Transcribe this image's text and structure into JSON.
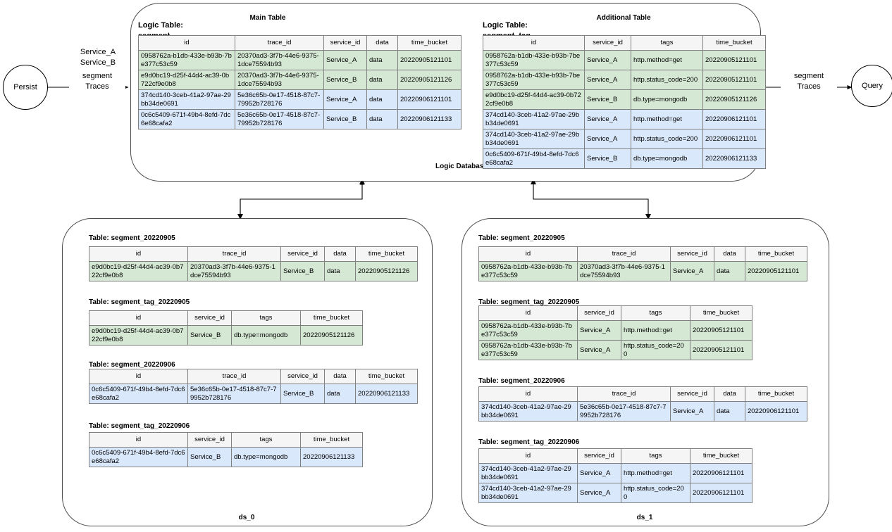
{
  "nodes": {
    "persist": "Persist",
    "query": "Query",
    "logic_database": "Logic Database",
    "ds_0": "ds_0",
    "ds_1": "ds_1"
  },
  "edges": {
    "persist_services": "Service_A\nService_B",
    "persist_traces": "segment\nTraces",
    "query_traces": "segment\nTraces"
  },
  "logic_db": {
    "main": {
      "title": "Main Table",
      "logic_label": "Logic Table:\nsegment",
      "columns": [
        "id",
        "trace_id",
        "service_id",
        "data",
        "time_bucket"
      ],
      "rows": [
        {
          "color": "green",
          "cells": [
            "0958762a-b1db-433e-b93b-7be377c53c59",
            "20370ad3-3f7b-44e6-9375-1dce75594b93",
            "Service_A",
            "data",
            "20220905121101"
          ]
        },
        {
          "color": "green",
          "cells": [
            "e9d0bc19-d25f-44d4-ac39-0b722cf9e0b8",
            "20370ad3-3f7b-44e6-9375-1dce75594b93",
            "Service_B",
            "data",
            "20220905121126"
          ]
        },
        {
          "color": "blue",
          "cells": [
            "374cd140-3ceb-41a2-97ae-29bb34de0691",
            "5e36c65b-0e17-4518-87c7-79952b728176",
            "Service_A",
            "data",
            "20220906121101"
          ]
        },
        {
          "color": "blue",
          "cells": [
            "0c6c5409-671f-49b4-8efd-7dc6e68cafa2",
            "5e36c65b-0e17-4518-87c7-79952b728176",
            "Service_B",
            "data",
            "20220906121133"
          ]
        }
      ]
    },
    "additional": {
      "title": "Additional  Table",
      "logic_label": "Logic Table:\nsegment_tag",
      "columns": [
        "id",
        "service_id",
        "tags",
        "time_bucket"
      ],
      "rows": [
        {
          "color": "green",
          "cells": [
            "0958762a-b1db-433e-b93b-7be377c53c59",
            "Service_A",
            "http.method=get",
            "20220905121101"
          ]
        },
        {
          "color": "green",
          "cells": [
            "0958762a-b1db-433e-b93b-7be377c53c59",
            "Service_A",
            "http.status_code=200",
            "20220905121101"
          ]
        },
        {
          "color": "green",
          "cells": [
            "e9d0bc19-d25f-44d4-ac39-0b722cf9e0b8",
            "Service_B",
            "db.type=mongodb",
            "20220905121126"
          ]
        },
        {
          "color": "blue",
          "cells": [
            "374cd140-3ceb-41a2-97ae-29bb34de0691",
            "Service_A",
            "http.method=get",
            "20220906121101"
          ]
        },
        {
          "color": "blue",
          "cells": [
            "374cd140-3ceb-41a2-97ae-29bb34de0691",
            "Service_A",
            "http.status_code=200",
            "20220906121101"
          ]
        },
        {
          "color": "blue",
          "cells": [
            "0c6c5409-671f-49b4-8efd-7dc6e68cafa2",
            "Service_B",
            "db.type=mongodb",
            "20220906121133"
          ]
        }
      ]
    }
  },
  "ds0": {
    "seg_0905": {
      "caption": "Table: segment_20220905",
      "columns": [
        "id",
        "trace_id",
        "service_id",
        "data",
        "time_bucket"
      ],
      "rows": [
        {
          "color": "green",
          "cells": [
            "e9d0bc19-d25f-44d4-ac39-0b722cf9e0b8",
            "20370ad3-3f7b-44e6-9375-1dce75594b93",
            "Service_B",
            "data",
            "20220905121126"
          ]
        }
      ]
    },
    "segtag_0905": {
      "caption": "Table: segment_tag_20220905",
      "columns": [
        "id",
        "service_id",
        "tags",
        "time_bucket"
      ],
      "rows": [
        {
          "color": "green",
          "cells": [
            "e9d0bc19-d25f-44d4-ac39-0b722cf9e0b8",
            "Service_B",
            "db.type=mongodb",
            "20220905121126"
          ]
        }
      ]
    },
    "seg_0906": {
      "caption": "Table: segment_20220906",
      "columns": [
        "id",
        "trace_id",
        "service_id",
        "data",
        "time_bucket"
      ],
      "rows": [
        {
          "color": "blue",
          "cells": [
            "0c6c5409-671f-49b4-8efd-7dc6e68cafa2",
            "5e36c65b-0e17-4518-87c7-79952b728176",
            "Service_B",
            "data",
            "20220906121133"
          ]
        }
      ]
    },
    "segtag_0906": {
      "caption": "Table: segment_tag_20220906",
      "columns": [
        "id",
        "service_id",
        "tags",
        "time_bucket"
      ],
      "rows": [
        {
          "color": "blue",
          "cells": [
            "0c6c5409-671f-49b4-8efd-7dc6e68cafa2",
            "Service_B",
            "db.type=mongodb",
            "20220906121133"
          ]
        }
      ]
    }
  },
  "ds1": {
    "seg_0905": {
      "caption": "Table: segment_20220905",
      "columns": [
        "id",
        "trace_id",
        "service_id",
        "data",
        "time_bucket"
      ],
      "rows": [
        {
          "color": "green",
          "cells": [
            "0958762a-b1db-433e-b93b-7be377c53c59",
            "20370ad3-3f7b-44e6-9375-1dce75594b93",
            "Service_A",
            "data",
            "20220905121101"
          ]
        }
      ]
    },
    "segtag_0905": {
      "caption": "Table: segment_tag_20220905",
      "columns": [
        "id",
        "service_id",
        "tags",
        "time_bucket"
      ],
      "rows": [
        {
          "color": "green",
          "cells": [
            "0958762a-b1db-433e-b93b-7be377c53c59",
            "Service_A",
            "http.method=get",
            "20220905121101"
          ]
        },
        {
          "color": "green",
          "cells": [
            "0958762a-b1db-433e-b93b-7be377c53c59",
            "Service_A",
            "http.status_code=200",
            "20220905121101"
          ]
        }
      ]
    },
    "seg_0906": {
      "caption": "Table: segment_20220906",
      "columns": [
        "id",
        "trace_id",
        "service_id",
        "data",
        "time_bucket"
      ],
      "rows": [
        {
          "color": "blue",
          "cells": [
            "374cd140-3ceb-41a2-97ae-29bb34de0691",
            "5e36c65b-0e17-4518-87c7-79952b728176",
            "Service_A",
            "data",
            "20220906121101"
          ]
        }
      ]
    },
    "segtag_0906": {
      "caption": "Table: segment_tag_20220906",
      "columns": [
        "id",
        "service_id",
        "tags",
        "time_bucket"
      ],
      "rows": [
        {
          "color": "blue",
          "cells": [
            "374cd140-3ceb-41a2-97ae-29bb34de0691",
            "Service_A",
            "http.method=get",
            "20220906121101"
          ]
        },
        {
          "color": "blue",
          "cells": [
            "374cd140-3ceb-41a2-97ae-29bb34de0691",
            "Service_A",
            "http.status_code=200",
            "20220906121101"
          ]
        }
      ]
    }
  },
  "colors": {
    "green_row": "#d5e8d4",
    "blue_row": "#dae8fc",
    "header_row": "#f5f5f5",
    "border": "#808080",
    "container_border": "#4d4d4d"
  }
}
